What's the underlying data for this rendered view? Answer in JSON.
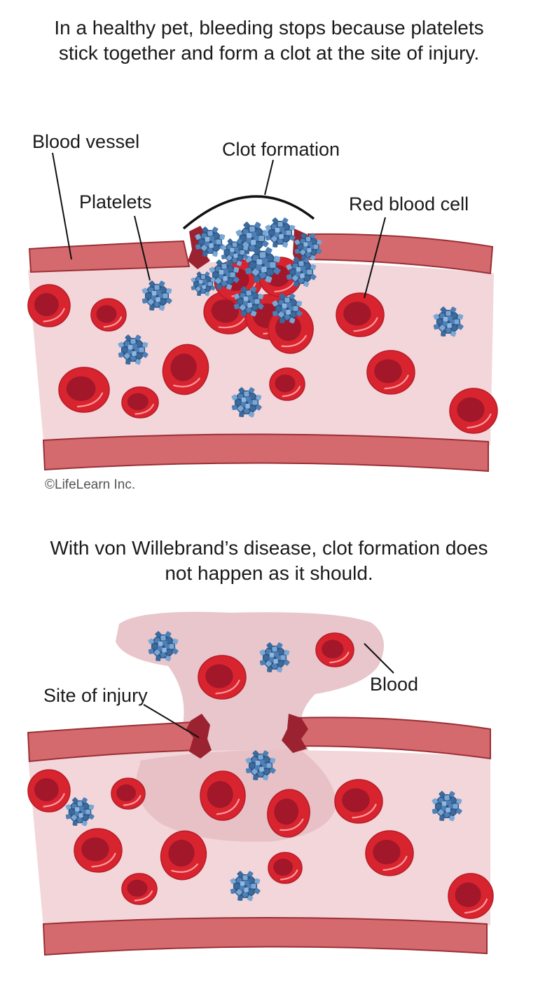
{
  "panel1": {
    "title_line1": "In a healthy pet, bleeding stops because platelets",
    "title_line2": "stick together and form a clot at the site of injury.",
    "labels": {
      "blood_vessel": "Blood vessel",
      "clot_formation": "Clot formation",
      "platelets": "Platelets",
      "red_blood_cell": "Red blood cell"
    },
    "copyright": "©LifeLearn Inc."
  },
  "panel2": {
    "title_line1": "With von Willebrand’s disease, clot formation does",
    "title_line2": "not happen as it should.",
    "labels": {
      "site_of_injury": "Site of injury",
      "blood": "Blood"
    }
  },
  "colors": {
    "vessel_wall": "#d46a6d",
    "vessel_wall_stroke": "#9a2f36",
    "plasma": "#f2d6da",
    "red_cell": "#d8242f",
    "red_cell_center": "#a3172a",
    "platelet": "#4e7fb6",
    "platelet_dark": "#2e5682",
    "wound": "#9b2230",
    "blood_pool": "#e7c3c8"
  }
}
